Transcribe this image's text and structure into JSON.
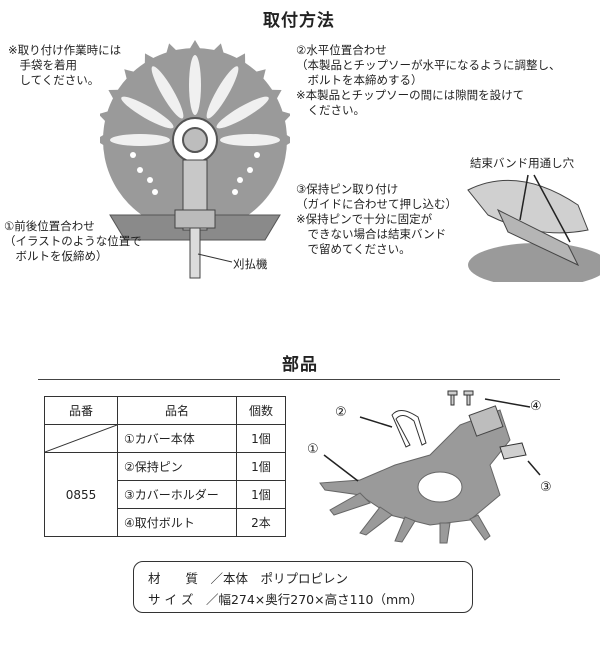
{
  "install": {
    "title": "取付方法",
    "glove_note": "※取り付け作業時には\n　手袋を着用\n　してください。",
    "step1": "①前後位置合わせ\n（イラストのような位置で\n　ボルトを仮締め）",
    "step2": "②水平位置合わせ\n（本製品とチップソーが水平になるように調整し、\n　ボルトを本締めする）\n※本製品とチップソーの間には隙間を設けて\n　ください。",
    "step3": "③保持ピン取り付け\n（ガイドに合わせて押し込む）\n※保持ピンで十分に固定が\n　できない場合は結束バンド\n　で留めてください。",
    "label_machine": "刈払機",
    "label_band_hole": "結束バンド用通し穴"
  },
  "parts": {
    "title": "部品",
    "headers": {
      "part_no": "品番",
      "name": "品名",
      "qty": "個数"
    },
    "part_no": "0855",
    "rows": [
      {
        "name": "①カバー本体",
        "qty": "1個"
      },
      {
        "name": "②保持ピン",
        "qty": "1個"
      },
      {
        "name": "③カバーホルダー",
        "qty": "1個"
      },
      {
        "name": "④取付ボルト",
        "qty": "2本"
      }
    ],
    "callouts": {
      "c1": "①",
      "c2": "②",
      "c3": "③",
      "c4": "④"
    }
  },
  "spec": {
    "material": "材　　質　／本体　ポリプロピレン",
    "size": "サ イ ズ　／幅274×奥行270×高さ110（mm）"
  }
}
